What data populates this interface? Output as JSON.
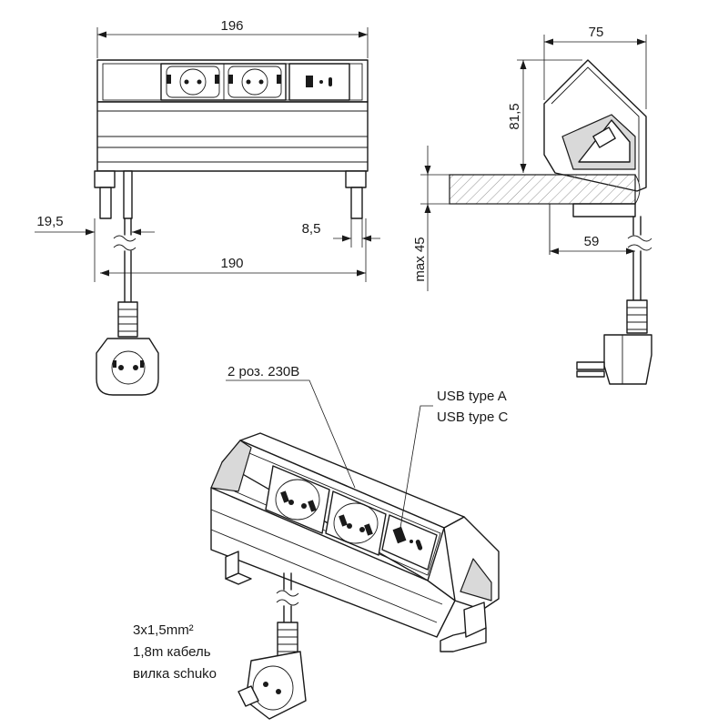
{
  "front_view": {
    "width_top": "196",
    "width_bottom": "190",
    "left_offset": "19,5",
    "right_offset": "8,5"
  },
  "side_view": {
    "depth_top": "75",
    "height": "81,5",
    "depth_under": "59",
    "max_thickness": "max 45"
  },
  "callouts": {
    "sockets": "2 роз. 230В",
    "usb_a": "USB type A",
    "usb_c": "USB type C",
    "cable_line1": "3x1,5mm²",
    "cable_line2": "1,8m кабель",
    "cable_line3": "вилка schuko"
  },
  "colors": {
    "line": "#1a1a1a",
    "shade": "#d9d9d9",
    "background": "#ffffff"
  }
}
